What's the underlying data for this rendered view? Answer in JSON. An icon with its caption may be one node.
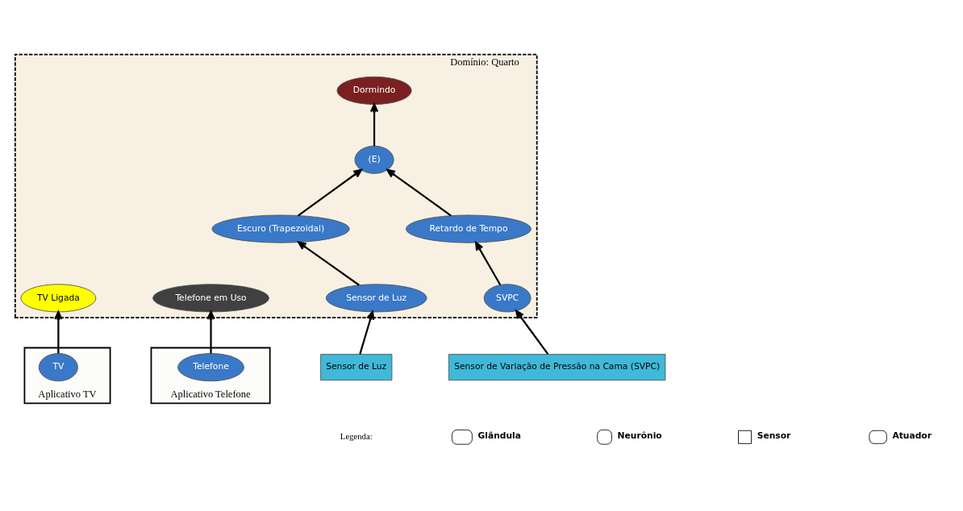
{
  "diagram": {
    "nodes": [
      {
        "text": [
          "Aplicativo TV"
        ]
      },
      {
        "text": [
          "TV"
        ],
        "in": 0
      },
      {
        "text": [
          "Aplicativo Telefone"
        ]
      },
      {
        "text": [
          "Telefone"
        ],
        "in": 2
      },
      {
        "text": [
          "Domínio: Quarto"
        ]
      },
      {
        "text": [
          "TV Ligada"
        ],
        "in": 4
      },
      {
        "text": [
          "Telefone em Uso"
        ],
        "in": 4
      },
      {
        "text": [
          "Dormindo"
        ],
        "in": 4
      },
      {
        "text": [
          "(E)"
        ],
        "in": 4
      },
      {
        "text": [
          "Escuro (Trapezoidal)"
        ],
        "in": 4
      },
      {
        "text": [
          "Retardo de Tempo"
        ],
        "in": 4
      },
      {
        "text": [
          "Sensor de Luz"
        ],
        "in": 4
      },
      {
        "text": [
          "SVPC"
        ],
        "in": 4
      },
      {
        "text": [
          "Sensor de Luz"
        ]
      },
      {
        "text": [
          "Sensor de Variação de Pressão na Cama (SVPC)"
        ]
      }
    ],
    "edges": [
      {
        "from": 1,
        "to": 5,
        "arrow": "to"
      },
      {
        "from": 3,
        "to": 6,
        "arrow": "to"
      },
      {
        "from": 8,
        "to": 7,
        "arrow": "to"
      },
      {
        "from": 9,
        "to": 8,
        "arrow": "to"
      },
      {
        "from": 10,
        "to": 8,
        "arrow": "to"
      },
      {
        "from": 11,
        "to": 9,
        "arrow": "to"
      },
      {
        "from": 12,
        "to": 10,
        "arrow": "to"
      },
      {
        "from": 13,
        "to": 11,
        "arrow": "to"
      },
      {
        "from": 14,
        "to": 12,
        "arrow": "to"
      }
    ],
    "labels": [
      "Legenda:"
    ],
    "legend": [
      {
        "text": "Glândula"
      },
      {
        "text": "Neurônio"
      },
      {
        "text": "Sensor"
      },
      {
        "text": "Atuador"
      }
    ]
  }
}
